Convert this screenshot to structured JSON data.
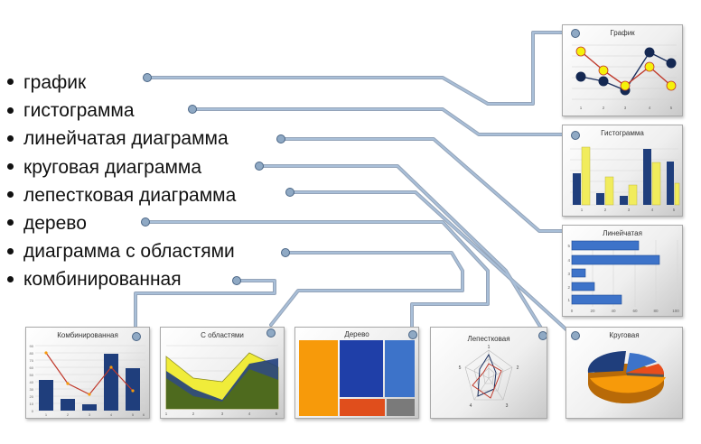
{
  "bullets": [
    "график",
    "гистограмма",
    "линейчатая диаграмма",
    "круговая диаграмма",
    "лепестковая диаграмма",
    "дерево",
    "диаграмма с областями",
    "комбинированная"
  ],
  "thumbnails": {
    "line": {
      "title": "График",
      "x_ticks": [
        "1",
        "2",
        "3",
        "4",
        "5"
      ]
    },
    "column": {
      "title": "Гистограмма",
      "x_ticks": [
        "1",
        "2",
        "3",
        "4",
        "5"
      ]
    },
    "bar": {
      "title": "Линейчатая",
      "y_ticks": [
        "1",
        "2",
        "3",
        "4",
        "5"
      ],
      "x_ticks": [
        "0",
        "20",
        "40",
        "60",
        "80",
        "100"
      ]
    },
    "pie": {
      "title": "Круговая"
    },
    "radar": {
      "title": "Лепестковая",
      "axis_labels": [
        "1",
        "2",
        "3",
        "4",
        "5"
      ]
    },
    "treemap": {
      "title": "Дерево"
    },
    "area": {
      "title": "С областями",
      "x_ticks": [
        "1",
        "2",
        "3",
        "4",
        "5"
      ]
    },
    "combo": {
      "title": "Комбинированная",
      "y_ticks": [
        "90",
        "80",
        "70",
        "60",
        "50",
        "40",
        "30",
        "20",
        "10",
        "0"
      ],
      "x_ticks": [
        "1",
        "2",
        "3",
        "4",
        "5",
        "6"
      ]
    }
  },
  "colors": {
    "navy": "#1f3e7c",
    "yellow": "#f5f10a",
    "red": "#c0392b",
    "blue": "#3d73c9",
    "olive": "#4e6a1e",
    "orange": "#f79a0a",
    "connector": "#6f8fb3"
  }
}
